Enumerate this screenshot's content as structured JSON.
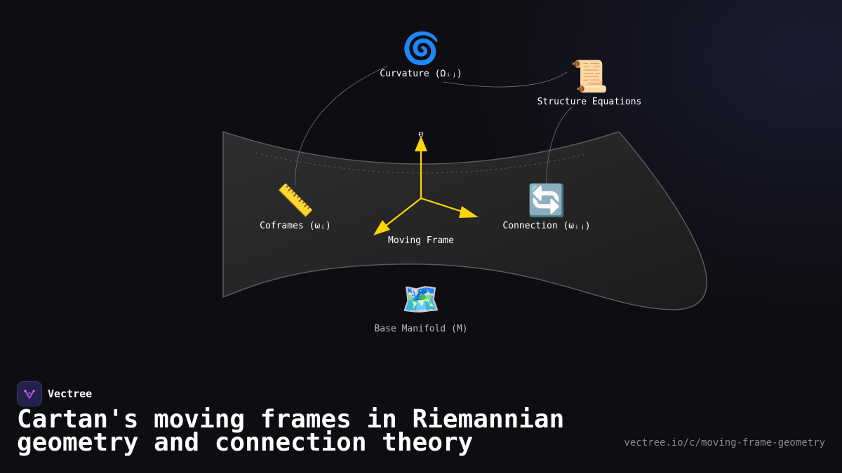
{
  "diagram": {
    "center_label": "Moving Frame",
    "axis_label": "e",
    "nodes": {
      "curvature": {
        "icon": "cyclone-icon",
        "emoji": "🌀",
        "label": "Curvature (Ωᵢⱼ)"
      },
      "structure_equations": {
        "icon": "scroll-icon",
        "emoji": "📜",
        "label": "Structure Equations"
      },
      "coframes": {
        "icon": "ruler-icon",
        "emoji": "📏",
        "label": "Coframes (ωᵢ)"
      },
      "connection": {
        "icon": "arrows-cycle-icon",
        "emoji": "🔄",
        "label": "Connection (ωᵢⱼ)"
      },
      "base_manifold": {
        "icon": "map-icon",
        "emoji": "🗺️",
        "label": "Base Manifold (M)"
      }
    },
    "colors": {
      "arrow": "#ffd500",
      "surface": "#262626",
      "surface_edge": "#5a5a5a"
    }
  },
  "brand": {
    "name": "Vectree"
  },
  "title": "Cartan's moving frames in Riemannian geometry and connection theory",
  "url": "vectree.io/c/moving-frame-geometry"
}
